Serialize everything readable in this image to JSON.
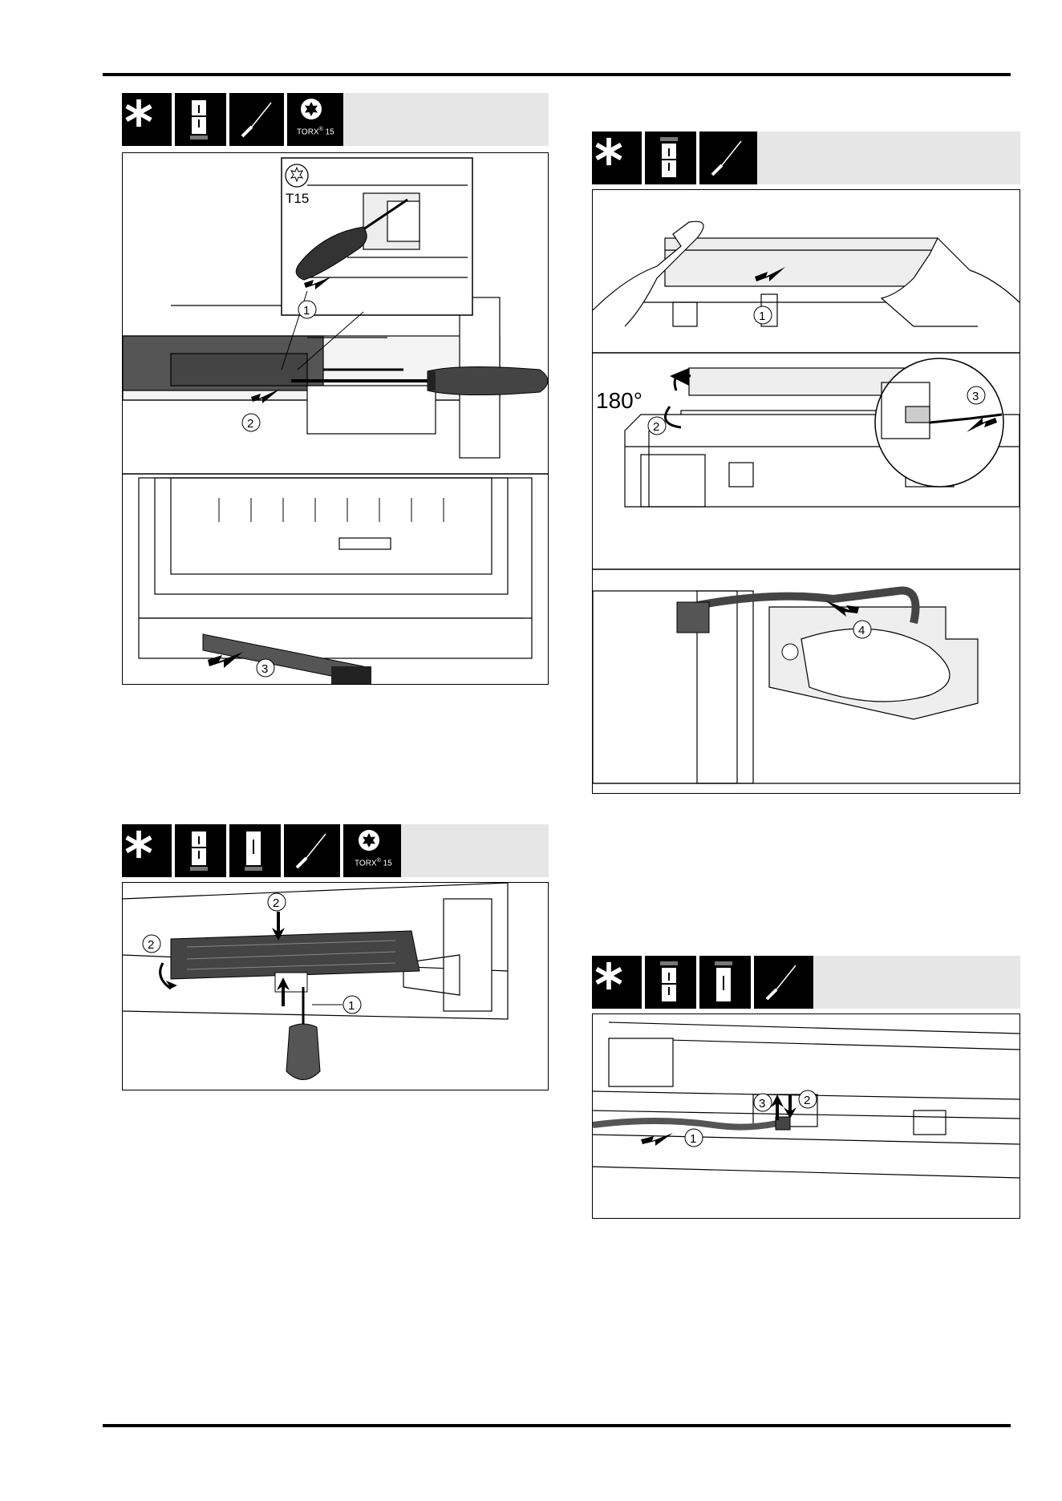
{
  "panels": {
    "p1": {
      "t15": "T15",
      "torx": "TORX",
      "torx_size": "15",
      "callouts": [
        "1",
        "2",
        "3"
      ]
    },
    "p2": {
      "angle": "180°",
      "callouts": [
        "1",
        "2",
        "3",
        "4"
      ]
    },
    "p3": {
      "torx": "TORX",
      "torx_size": "15",
      "callouts": [
        "2",
        "2",
        "1"
      ]
    },
    "p4": {
      "callouts": [
        "3",
        "2",
        "1"
      ]
    }
  }
}
